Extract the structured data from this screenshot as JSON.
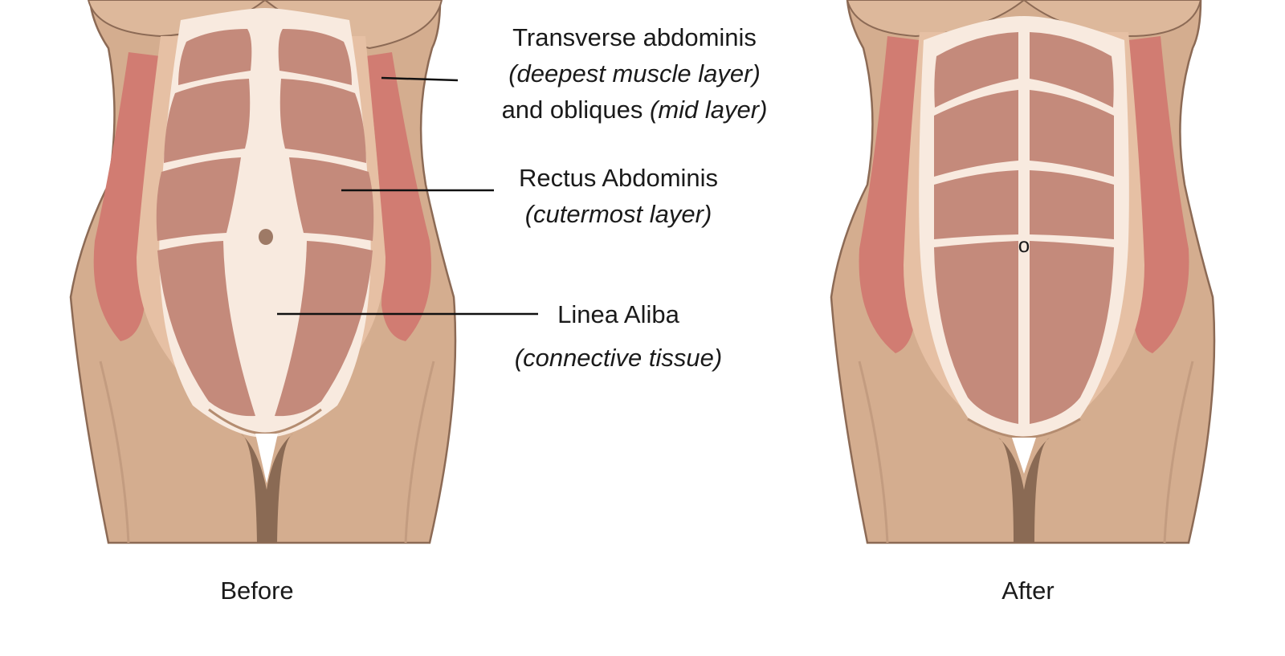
{
  "labels": {
    "transverse": {
      "line1": "Transverse abdominis",
      "line2": "(deepest muscle layer)",
      "line3_text": "and obliques",
      "line3_italic": "(mid layer)"
    },
    "rectus": {
      "line1": "Rectus Abdominis",
      "line2": "(cutermost layer)"
    },
    "linea": {
      "line1": "Linea Aliba",
      "line2": "(connective tissue)"
    }
  },
  "captions": {
    "before": "Before",
    "after": "After"
  },
  "after_navel_mark": "o",
  "colors": {
    "skin": "#d4ad8f",
    "skin_outline": "#8c6a55",
    "oblique": "#d17c72",
    "muscle": "#c48a7b",
    "fascia": "#f8eadf",
    "crotch": "#8a6a54",
    "line": "#111111"
  }
}
